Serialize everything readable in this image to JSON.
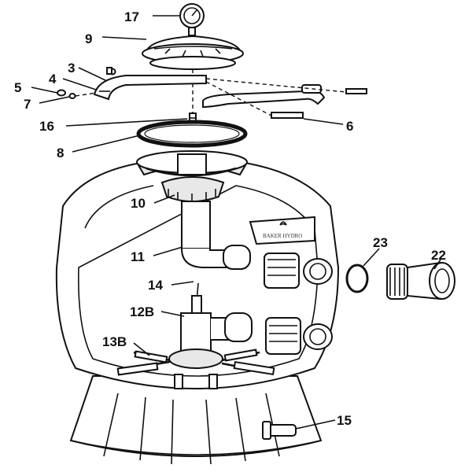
{
  "diagram": {
    "labels": [
      {
        "id": "17",
        "text": "17"
      },
      {
        "id": "9",
        "text": "9"
      },
      {
        "id": "3",
        "text": "3"
      },
      {
        "id": "4",
        "text": "4"
      },
      {
        "id": "5",
        "text": "5"
      },
      {
        "id": "7",
        "text": "7"
      },
      {
        "id": "16",
        "text": "16"
      },
      {
        "id": "6",
        "text": "6"
      },
      {
        "id": "8",
        "text": "8"
      },
      {
        "id": "10",
        "text": "10"
      },
      {
        "id": "11",
        "text": "11"
      },
      {
        "id": "14",
        "text": "14"
      },
      {
        "id": "12B",
        "text": "12B"
      },
      {
        "id": "13B",
        "text": "13B"
      },
      {
        "id": "15",
        "text": "15"
      },
      {
        "id": "23",
        "text": "23"
      },
      {
        "id": "22",
        "text": "22"
      }
    ],
    "brand_logo": "BAKER HYDRO"
  }
}
